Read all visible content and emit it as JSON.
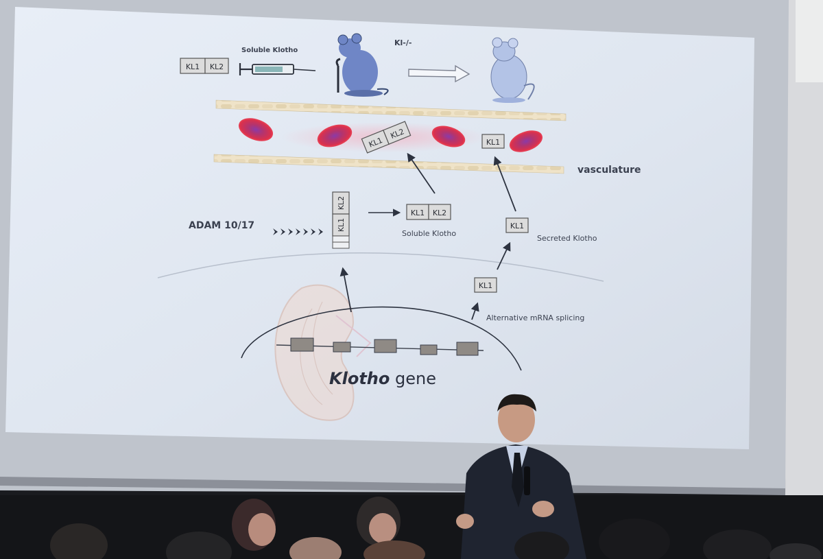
{
  "slide": {
    "top": {
      "soluble_label": "Soluble Klotho",
      "kl_knockout": "Kl-/-",
      "box_kl1": "KL1",
      "box_kl2": "KL2"
    },
    "vessel": {
      "box_kl1": "KL1",
      "box_kl2": "KL2",
      "single_kl1": "KL1",
      "label": "vasculature"
    },
    "membrane": {
      "adam_label": "ADAM 10/17",
      "vert_kl2": "KL2",
      "vert_kl1": "KL1",
      "soluble_kl1": "KL1",
      "soluble_kl2": "KL2",
      "soluble_label": "Soluble Klotho",
      "secreted_kl1": "KL1",
      "secreted_label": "Secreted Klotho"
    },
    "nucleus": {
      "spliced_kl1": "KL1",
      "splicing_label": "Alternative mRNA splicing",
      "gene_italic": "Klotho",
      "gene_suffix": " gene"
    }
  },
  "colors": {
    "screen_bg": "#dfe6f0",
    "rbc": "#d8304f",
    "rbc_center": "#8b3aa8",
    "mouse_dark": "#6f86c6",
    "mouse_light": "#b3c3e6",
    "room_dark": "#1a1b1f"
  }
}
